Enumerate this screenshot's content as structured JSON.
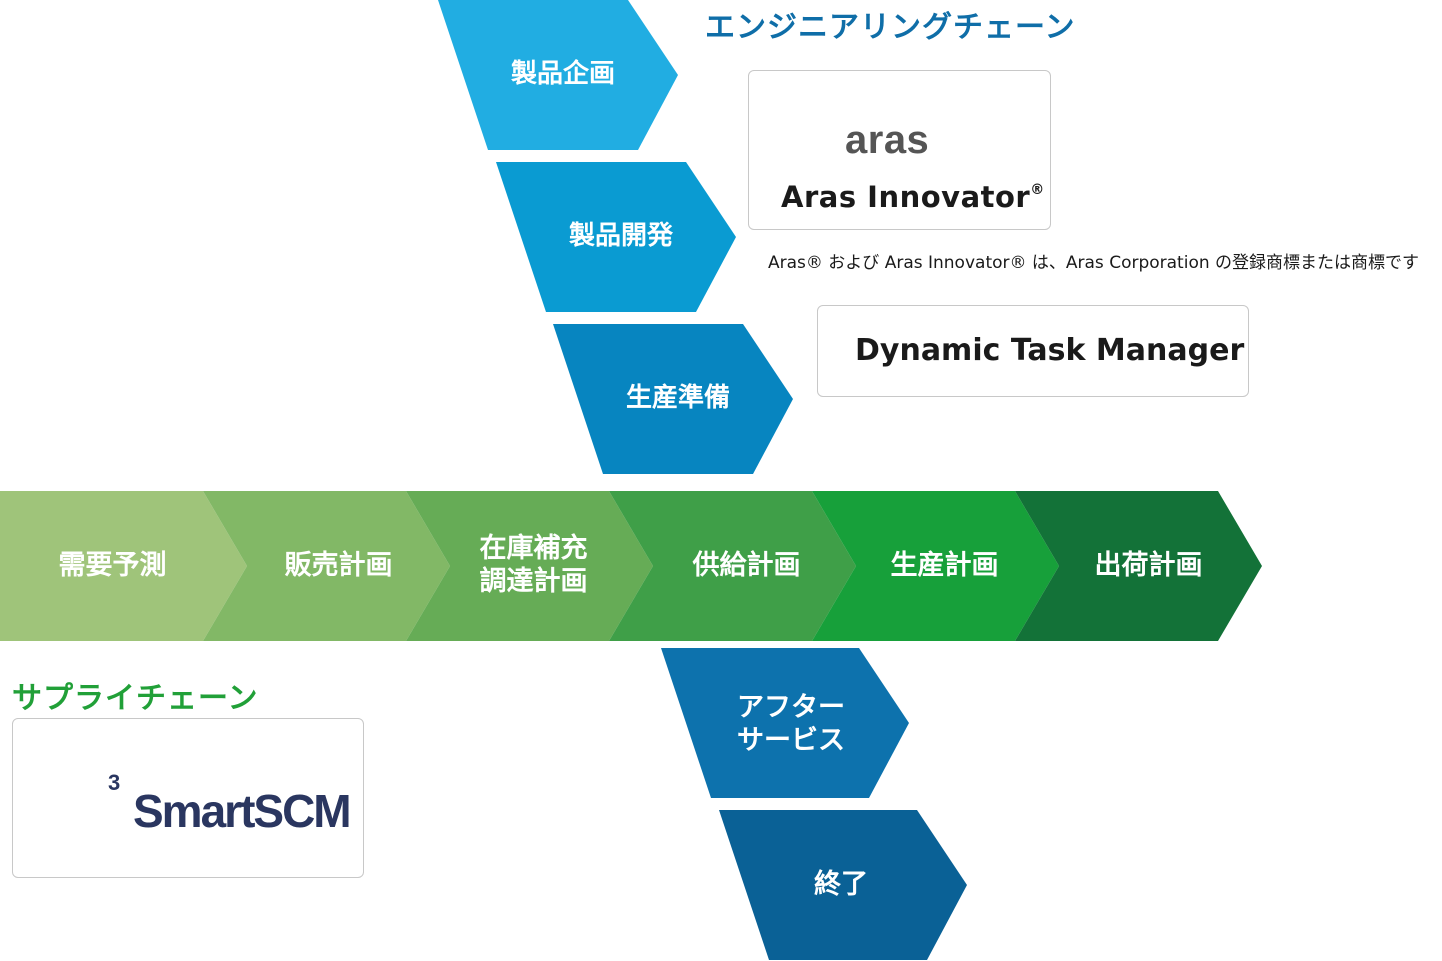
{
  "engineering_chain": {
    "title": "エンジニアリングチェーン",
    "steps": [
      {
        "label": "製品企画",
        "color": "#21ade2"
      },
      {
        "label": "製品開発",
        "color": "#0a9bd2"
      },
      {
        "label": "生産準備",
        "color": "#0785c0"
      }
    ]
  },
  "supply_chain": {
    "title": "サプライチェーン",
    "steps": [
      {
        "label": "需要予測",
        "color": "#9fc47a"
      },
      {
        "label": "販売計画",
        "color": "#82b866"
      },
      {
        "label": "在庫補充\n調達計画",
        "color": "#66ac56"
      },
      {
        "label": "供給計画",
        "color": "#3f9f48"
      },
      {
        "label": "生産計画",
        "color": "#17a03a"
      },
      {
        "label": "出荷計画",
        "color": "#137238"
      }
    ]
  },
  "after_chain": {
    "steps": [
      {
        "label": "アフター\nサービス",
        "color": "#0d72ad"
      },
      {
        "label": "終了",
        "color": "#0a6196"
      }
    ]
  },
  "aras": {
    "logo_word": "aras",
    "product_name": "Aras Innovator",
    "product_reg": "®",
    "note": "Aras® および Aras Innovator® は、Aras Corporation の登録商標または商標です",
    "logo_color": "#c8102e"
  },
  "dtm": {
    "label": "Dynamic Task Manager"
  },
  "smartscm": {
    "name": "SmartSCM",
    "superscript": "3",
    "logo_color": "#2a3660"
  }
}
